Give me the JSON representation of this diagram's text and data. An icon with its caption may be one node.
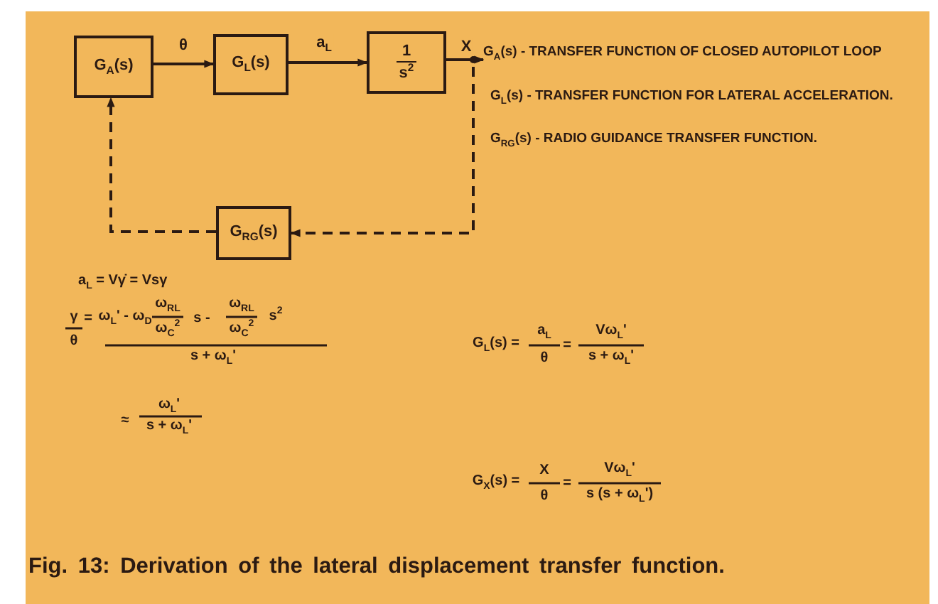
{
  "diagram": {
    "caption": "Fig. 13: Derivation of the lateral displacement transfer function.",
    "nodes": [
      {
        "text": [
          "G$_{A}$(s)"
        ]
      },
      {
        "text": [
          "G$_{L}$(s)"
        ]
      },
      {
        "text": [
          "1",
          "s$^{2}$"
        ]
      },
      {
        "text": [
          "G$_{RG}$(s)"
        ]
      },
      {
        "text": [
          "G$_{A}$(s) - TRANSFER FUNCTION OF CLOSED AUTOPILOT LOOP"
        ]
      }
    ],
    "edges": [
      {
        "from": 0,
        "to": 1,
        "arrow": "to",
        "label": "θ"
      },
      {
        "from": 1,
        "to": 2,
        "arrow": "to",
        "label": "a$_{L}$"
      },
      {
        "from": 2,
        "to": 4,
        "arrow": "to",
        "label": "X"
      },
      {
        "from": 2,
        "to": 3,
        "arrow": "to",
        "style": "dashed"
      },
      {
        "from": 3,
        "to": 0,
        "arrow": "to",
        "style": "dashed"
      }
    ],
    "labels": [
      "G$_{L}$(s) - TRANSFER FUNCTION FOR LATERAL ACCELERATION.",
      "G$_{RG}$(s) - RADIO GUIDANCE TRANSFER FUNCTION.",
      "a$_{L}$ = Vγ̇ = Vsγ",
      "γ",
      "θ",
      "=",
      "ω$_{L}$' - ω$_{D}$",
      "ω$_{RL}$",
      "ω$_{C}$$^{2}$",
      "s -",
      "ω$_{RL}$",
      "ω$_{C}$$^{2}$",
      "s$^{2}$",
      "s + ω$_{L}$'",
      "≈",
      "ω$_{L}$'",
      "s + ω$_{L}$'",
      "G$_{L}$(s) =",
      "a$_{L}$",
      "θ",
      "=",
      "Vω$_{L}$'",
      "s + ω$_{L}$'",
      "G$_{X}$(s) =",
      "X",
      "θ",
      "=",
      "Vω$_{L}$'",
      "s (s + ω$_{L}$')"
    ]
  }
}
